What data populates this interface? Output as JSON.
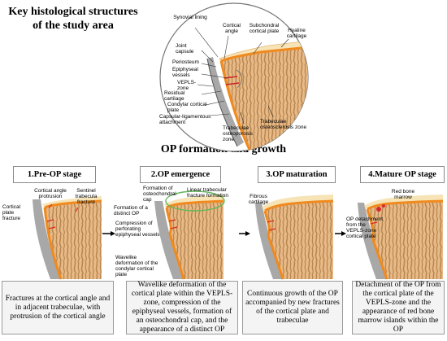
{
  "titles": {
    "main": "Key histological structures of the study area",
    "section": "OP formation and growth"
  },
  "circle_labels": {
    "synovial_lining": "Synovial lining",
    "cortical_angle": "Cortical angle",
    "subchondral_plate": "Subchondral cortical plate",
    "hyaline_cartilage": "Hyaline cartilage",
    "joint_capsule": "Joint capsule",
    "periosteum": "Periosteum",
    "epiphyseal_vessels": "Epiphyseal vessels",
    "vepls_zone": "VEPLS-zone",
    "residual_cartilage": "Residual cartilage",
    "condylar_plate": "Condylar cortical plate",
    "capsular_attachment": "Capsular-ligamentous attachment",
    "trab_osteoporosis": "Trabeculae osteoporosis zone",
    "trab_osteosclerosis": "Trabeculae osteosclerosis zone"
  },
  "stages": [
    {
      "header": "1.Pre-OP stage",
      "caption": "Fractures at the cortical angle and in adjacent trabeculae, with protrusion of the cortical angle",
      "labels": {
        "angle_protrusion": "Cortical angle protrusion",
        "sentinel": "Sentinel trabecula fracture",
        "plate_fracture": "Cortical plate fracture"
      }
    },
    {
      "header": "2.OP emergence",
      "caption": "Wavelike deformation of the cortical plate within the VEPLS-zone, compression of the epiphyseal vessels, formation of an osteochondral cap, and the appearance of a distinct OP",
      "labels": {
        "osteochondral_cap": "Formation of osteochondral cap",
        "linear_fracture": "Linear trabecular fracture formation",
        "distinct_op": "Formation of a distinct OP",
        "compression": "Compression of perforating epiphyseal vessels",
        "wavelike": "Wavelike deformation of the condylar cortical plate"
      }
    },
    {
      "header": "3.OP maturation",
      "caption": "Continuous growth of the OP accompanied by new fractures of the cortical plate and trabeculae",
      "labels": {
        "fibrous": "Fibrous cartilage"
      }
    },
    {
      "header": "4.Mature OP stage",
      "caption": "Detachment of the OP from the cortical plate of the VEPLS-zone and the appearance of red bone marrow islands within the OP",
      "labels": {
        "red_marrow": "Red bone marrow",
        "detachment": "OP detachment from the VEPLS-zone cortical plate"
      }
    }
  ],
  "colors": {
    "bone": "#e9ba88",
    "trabecula": "#b78850",
    "cortical_orange": "#f08a1e",
    "cartilage": "#f6e3b6",
    "capsule": "#8f8f8f",
    "fracture_red": "#d8282a",
    "cap_green": "#5fb858",
    "caption_bg": "#f4f4f4"
  }
}
